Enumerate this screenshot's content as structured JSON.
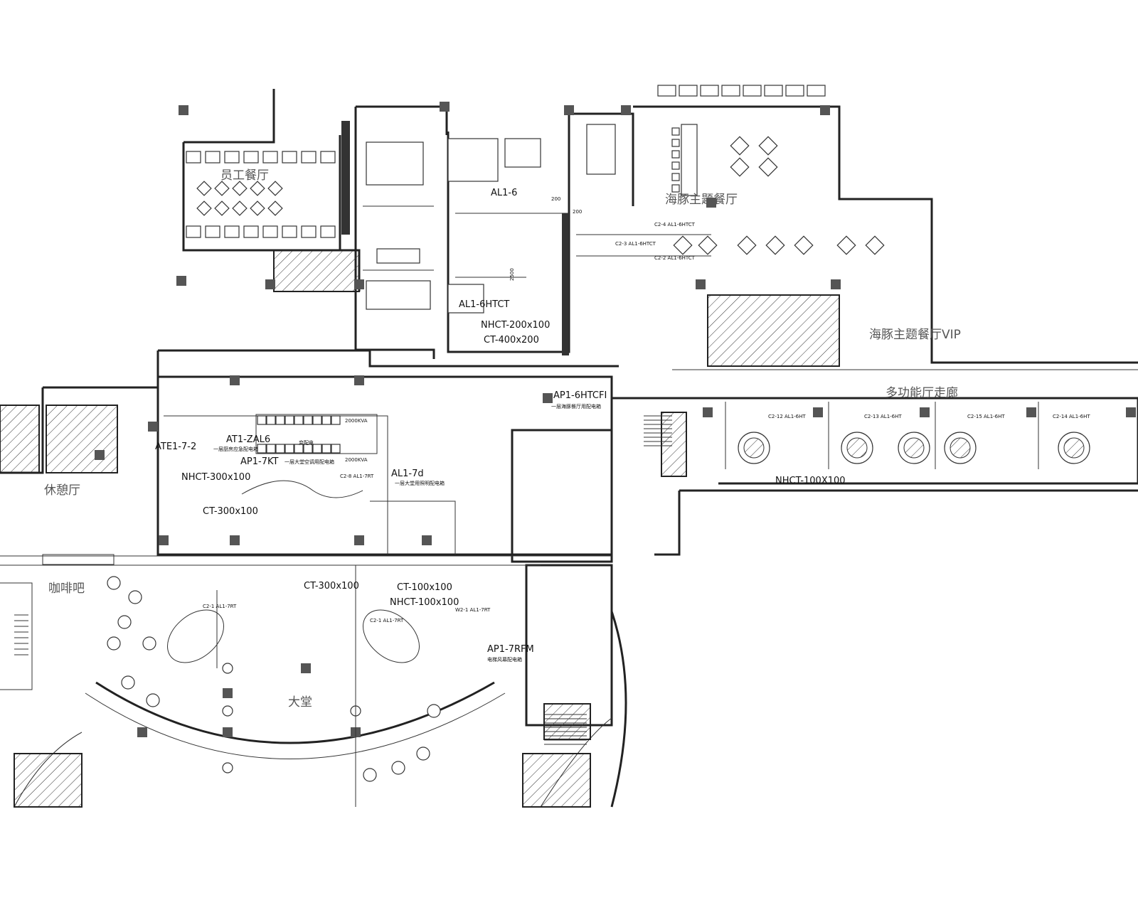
{
  "rooms": {
    "staff_canteen": "员工餐厅",
    "dolphin_restaurant": "海豚主题餐厅",
    "dolphin_vip": "海豚主题餐厅VIP",
    "function_corridor": "多功能厅走廊",
    "lobby": "大堂",
    "cafe": "咖啡吧",
    "lounge": "休憩厅",
    "transformer_room": "变配电"
  },
  "panels": {
    "al1_6": "AL1-6",
    "al1_6htct": "AL1-6HTCT",
    "nhct_200": "NHCT-200x100",
    "ct_400": "CT-400x200",
    "ap1_6htcfi": "AP1-6HTCFI",
    "ap1_6htcfi_desc": "一层海豚餐厅用配电箱",
    "ate1_7_2": "ATE1-7-2",
    "at1_zal6": "AT1-ZAL6",
    "at1_zal6_desc": "一层厨房应急配电箱",
    "ap1_7kt": "AP1-7KT",
    "ap1_7kt_desc": "一层大堂空调用配电箱",
    "nhct_300": "NHCT-300x100",
    "ct_300_a": "CT-300x100",
    "ct_300_b": "CT-300x100",
    "al1_7d": "AL1-7d",
    "al1_7d_desc": "一层大堂用照明配电箱",
    "ct_100": "CT-100x100",
    "nhct_100": "NHCT-100x100",
    "ap1_7rfm": "AP1-7RFM",
    "ap1_7rfm_desc": "电梯风幕配电箱",
    "nhct_100_b": "NHCT-100X100",
    "kva_1": "2000KVA",
    "kva_2": "2000KVA",
    "dim_200_a": "200",
    "dim_200_b": "200",
    "dim_2500": "2500"
  },
  "circuits": [
    "C2-1 AL1-7RT",
    "C2-4 AL1-6HTCT",
    "C2-3 AL1-6HTCT",
    "C2-2 AL1-6HTCT",
    "C2-8 AL1-7RT",
    "C2-1 AL1-7RT",
    "W2-1 AL1-7RT",
    "C2-12 AL1-6HT",
    "C2-13 AL1-6HT",
    "C2-15 AL1-6HT",
    "C2-14 AL1-6HT"
  ]
}
